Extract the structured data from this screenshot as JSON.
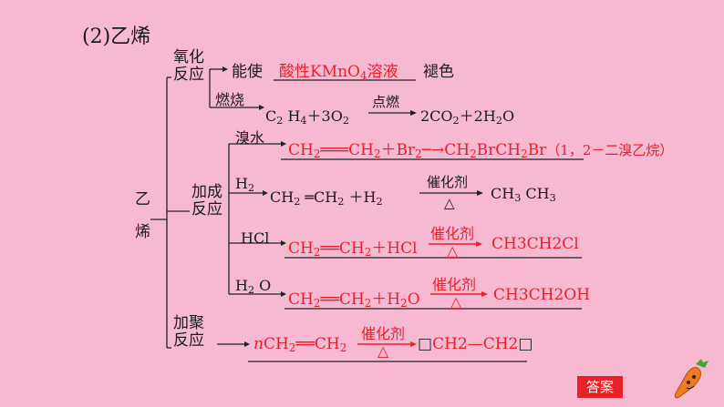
{
  "title": "(2)乙烯",
  "root": [
    "乙",
    "烯"
  ],
  "oxidation": {
    "label": [
      "氧化",
      "反应"
    ],
    "kmno4": {
      "prefix": "能使",
      "fill_pre": "酸性KMnO",
      "fill_sub": "4",
      "fill_post": "溶液",
      "suffix": "褪色"
    },
    "combustion": {
      "label": "燃烧",
      "condition": "点燃",
      "lhs": [
        "C",
        "2",
        "H",
        "4",
        "＋3O",
        "2"
      ],
      "rhs": [
        "2CO",
        "2",
        "＋2H",
        "2",
        "O"
      ]
    }
  },
  "addition": {
    "label": [
      "加成",
      "反应"
    ],
    "bromine": {
      "reagent": "溴水",
      "eq_a": "CH",
      "eq_b": "═══CH",
      "eq_c": "＋Br",
      "eq_d": "─→",
      "eq_e": "CH",
      "eq_f": "BrCH",
      "eq_g": "Br",
      "note": "（1，2－二溴乙烷）",
      "s2": "2"
    },
    "hydrogen": {
      "reagent_a": "H",
      "reagent_b": "2",
      "eq_a": "CH",
      "eq_b": "═CH",
      "eq_c": "＋H",
      "catalyst": "催化剂",
      "heat": "△",
      "prod_a": "CH",
      "prod_b": "CH",
      "s2": "2",
      "s3": "3"
    },
    "hcl": {
      "reagent": "HCl",
      "eq_a": "CH",
      "eq_b": "══CH",
      "eq_c": "＋HCl",
      "catalyst": "催化剂",
      "heat": "△",
      "prod": "CH3CH2Cl",
      "s2": "2"
    },
    "water": {
      "reagent_a": "H",
      "reagent_b": "2",
      "reagent_c": "O",
      "eq_a": "CH",
      "eq_b": "══CH",
      "eq_c": "＋H",
      "eq_d": "O",
      "catalyst": "催化剂",
      "heat": "△",
      "prod": "CH3CH2OH",
      "s2": "2"
    }
  },
  "polymer": {
    "label": [
      "加聚",
      "反应"
    ],
    "eq_n": "n",
    "eq_a": "CH",
    "eq_b": "══CH",
    "s2": "2",
    "catalyst": "催化剂",
    "heat": "△",
    "prod": "CH2—CH2",
    "box": "□"
  },
  "answer_button": "答案",
  "colors": {
    "background": "#F7B8D2",
    "accent": "#E8202A"
  }
}
